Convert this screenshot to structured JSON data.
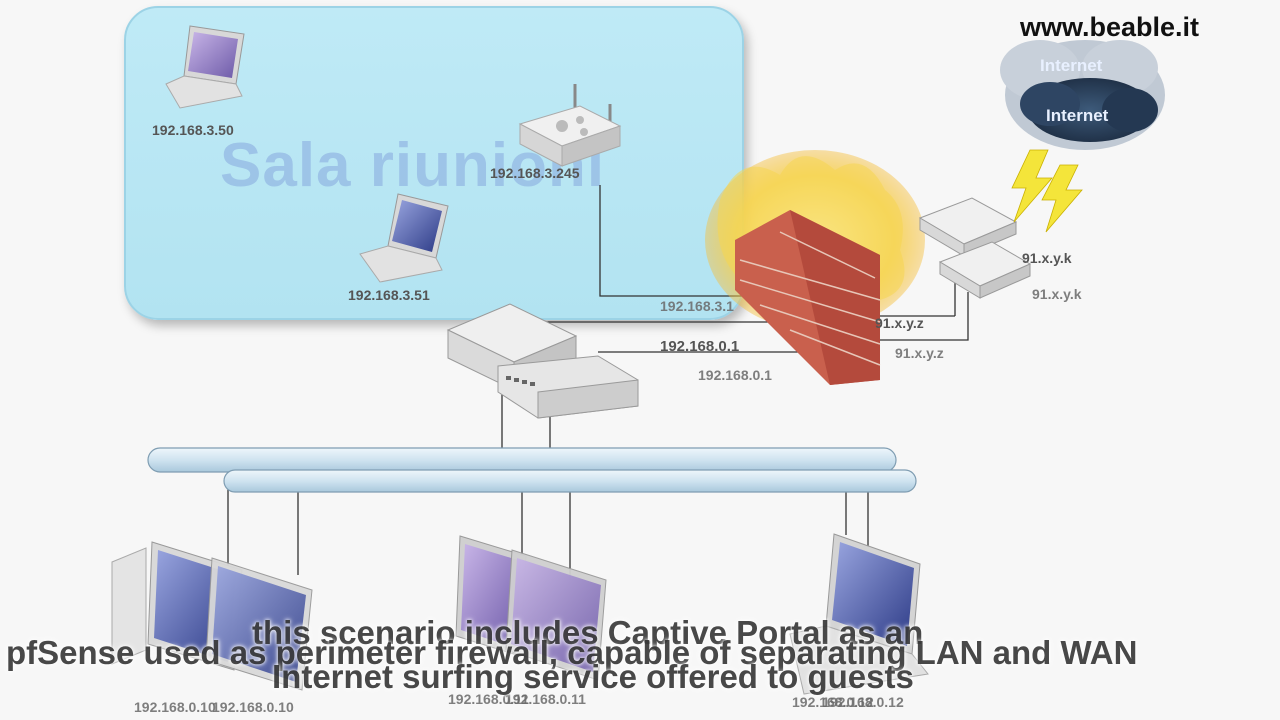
{
  "site": "www.beable.it",
  "room_label": "Sala riunioni",
  "cloud_labels": [
    "Internet",
    "Internet"
  ],
  "ips": {
    "laptop_top": "192.168.3.50",
    "access_point": "192.168.3.245",
    "laptop_mid": "192.168.3.51",
    "fw_lan_a": "192.168.3.1",
    "fw_lan_b": "192.168.0.1",
    "fw_lan_c": "192.168.0.1",
    "fw_wan_a": "91.x.y.z",
    "fw_wan_b": "91.x.y.z",
    "modem_a": "91.x.y.k",
    "modem_b": "91.x.y.k",
    "pc_left_a": "192.168.0.10",
    "pc_left_b": "192.168.0.10",
    "pc_mid_a": "192.168.0.11",
    "pc_mid_b": "192.168.0.11",
    "pc_right_a": "192.168.0.12",
    "pc_right_b": "192.168.0.12"
  },
  "captions": [
    "this scenario includes Captive Portal as an",
    "pfSense used as perimeter firewall, capable of separating LAN and WAN",
    "Internet surfing service offered to guests"
  ],
  "colors": {
    "room_fill": "#b2e3f1",
    "bus_fill": "#dcecf6",
    "brick": "#c0584a",
    "flame": "#f7d04a"
  },
  "icons": [
    "laptop-icon",
    "access-point-icon",
    "firewall-icon",
    "switch-icon",
    "modem-icon",
    "cloud-icon",
    "lightning-icon",
    "desktop-pc-icon"
  ]
}
